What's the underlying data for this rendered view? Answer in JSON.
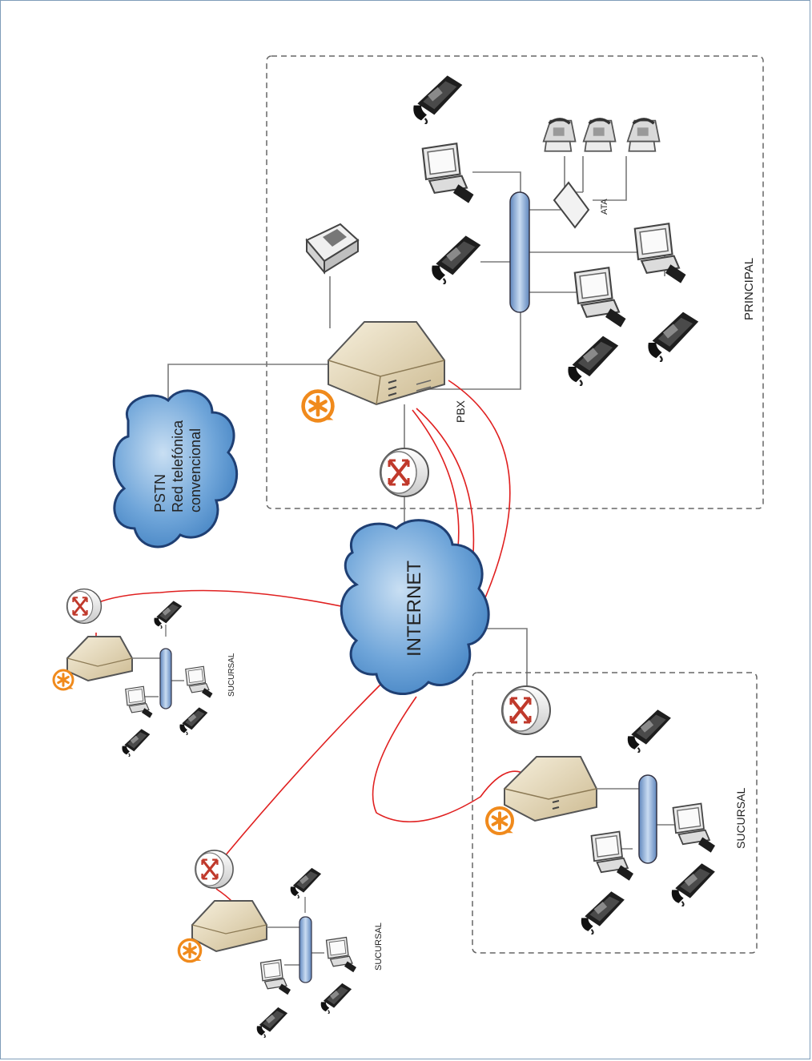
{
  "diagram": {
    "internet_label": "INTERNET",
    "pstn_title": "PSTN",
    "pstn_line1": "Red telefónica",
    "pstn_line2": "convencional",
    "pbx_label": "PBX",
    "ata_label": "ATA",
    "principal_label": "PRINCIPAL",
    "branch_label": "SUCURSAL"
  },
  "colors": {
    "cloud_fill": "#5b9bd5",
    "vpn_link": "#e02020",
    "pbx_body": "#e8dcc0",
    "asterisk": "#f08a1c",
    "hub": "#8fb0d8"
  }
}
